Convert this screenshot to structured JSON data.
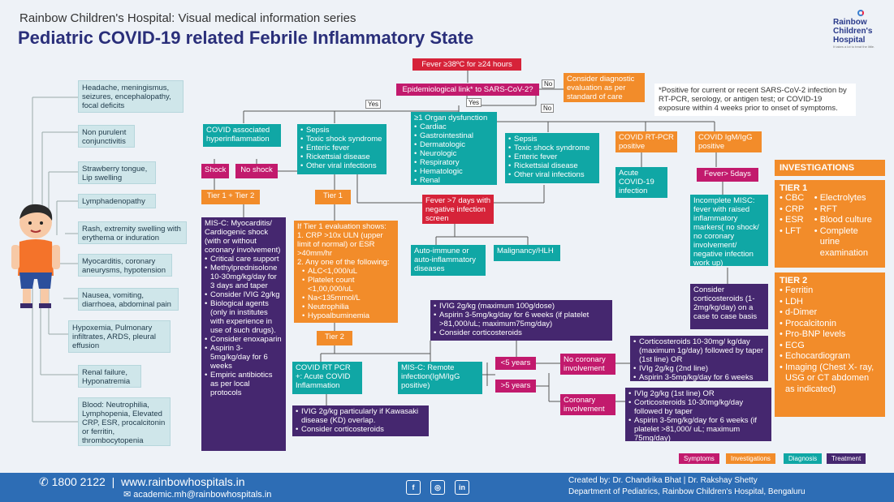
{
  "header": {
    "subtitle": "Rainbow Children's Hospital: Visual medical information series",
    "title": "Pediatric COVID-19 related Febrile Inflammatory State",
    "logo_line1": "Rainbow",
    "logo_line2": "Children's",
    "logo_line3": "Hospital",
    "logo_tagline": "It takes a lot to treat the little."
  },
  "symptoms": [
    "Headache, meningismus, seizures, encephalopathy, focal deficits",
    "Non purulent conjunctivitis",
    "Strawberry tongue, Lip swelling",
    "Lymphadenopathy",
    "Rash, extremity swelling with erythema or induration",
    "Myocarditis, coronary aneurysms, hypotension",
    "Nausea, vomiting, diarrhoea, abdominal pain",
    "Hypoxemia, Pulmonary infiltrates, ARDS, pleural effusion",
    "Renal failure, Hyponatremia",
    "Blood: Neutrophilia, Lymphopenia, Elevated CRP, ESR, procalcitonin or ferritin, thrombocytopenia"
  ],
  "flow": {
    "fever": "Fever ≥38ºC for  ≥24 hours",
    "epi_link": "Epidemiological link* to SARS-CoV-2?",
    "no1": "No",
    "no2": "No",
    "yes1": "Yes",
    "yes2": "Yes",
    "consider_diag": "Consider diagnostic evaluation as per standard of care",
    "footnote": "*Positive for current or recent SARS-CoV-2 infection by RT-PCR, serology, or antigen test; or COVID-19 exposure within 4 weeks prior to onset of symptoms.",
    "hyperinflam": "COVID associated hyperinflammation",
    "sepsis_list1": [
      "Sepsis",
      "Toxic shock syndrome",
      "Enteric fever",
      "Rickettsial disease",
      "Other viral infections"
    ],
    "organ_title": "≥1 Organ dysfunction",
    "organ_list": [
      "Cardiac",
      "Gastrointestinal",
      "Dermatologic",
      "Neurologic",
      "Respiratory",
      "Hematologic",
      "Renal"
    ],
    "sepsis_list2": [
      "Sepsis",
      "Toxic shock syndrome",
      "Enteric fever",
      "Rickettsial disease",
      "Other viral infections"
    ],
    "rtpcr_pos": "COVID RT-PCR positive",
    "igm_pos": "COVID IgM/IgG positive",
    "acute_covid": "Acute COVID-19 infection",
    "fever5": "Fever> 5days",
    "shock": "Shock",
    "no_shock": "No shock",
    "tier12": "Tier 1 + Tier 2",
    "tier1": "Tier 1",
    "fever7": "Fever >7 days with negative infection screen",
    "autoimmune": "Auto-immune or auto-inflammatory diseases",
    "malignancy": "Malignancy/HLH",
    "incomplete_misc": "Incomplete MISC: fever with raised inflammatory markers( no shock/ no coronary involvement/ negative infection work up)",
    "consider_cortico": "Consider corticosteroids (1-2mg/kg/day) on a case to case basis",
    "misc_title": "MIS-C: Myocarditis/ Cardiogenic shock (with or without coronary involvement)",
    "misc_list": [
      "Critical care support",
      "Methylprednisolone 10-30mg/kg/day for 3 days and taper",
      "Consider IVIG 2g/kg",
      "Biological agents (only in institutes with experience in use of such drugs).",
      "Consider enoxaparin",
      "Aspirin 3-5mg/kg/day for 6 weeks",
      "Empiric antibiotics as per local protocols"
    ],
    "tier1_eval_title": "If Tier 1 evaluation shows:",
    "tier1_eval_1": "1. CRP >10x ULN (upper limit of normal) or ESR >40mm/hr",
    "tier1_eval_2": "2. Any one of the following:",
    "tier1_eval_list": [
      "ALC<1,000/uL",
      "Platelet count <1,00,000/uL",
      "Na<135mmol/L",
      "Neutrophilia",
      "Hypoalbuminemia"
    ],
    "tier2": "Tier 2",
    "ivig_box_list": [
      "IVIG 2g/kg (maximum 100g/dose)",
      "Aspirin 3-5mg/kg/day for 6 weeks (if platelet >81,000/uL; maximum75mg/day)",
      "Consider corticosteroids"
    ],
    "rtpcr_acute": "COVID RT PCR +: Acute COVID Inflammation",
    "remote_infect": "MIS-C: Remote infection(IgM/IgG positive)",
    "lt5": "<5 years",
    "gt5": ">5 years",
    "no_coronary": "No coronary involvement",
    "coronary": "Coronary involvement",
    "no_coronary_tx": [
      "Corticosteroids 10-30mg/ kg/day (maximum 1g/day) followed by taper (1st line) OR",
      "IVIg 2g/kg (2nd line)",
      "Aspirin 3-5mg/kg/day for 6 weeks"
    ],
    "coronary_tx": [
      "IVIg 2g/kg (1st line) OR",
      "Corticosteroids 10-30mg/kg/day followed by taper",
      "Aspirin 3-5mg/kg/day for 6 weeks (if platelet >81,000/ uL; maximum 75mg/day)"
    ],
    "kd_tx": [
      "IVIG 2g/kg particularly if Kawasaki disease (KD) overlap.",
      "Consider corticosteroids"
    ]
  },
  "investigations": {
    "title": "INVESTIGATIONS",
    "tier1_label": "TIER 1",
    "tier1_col1": [
      "CBC",
      "CRP",
      "ESR",
      "LFT"
    ],
    "tier1_col2": [
      "Electrolytes",
      "RFT",
      "Blood culture",
      "Complete urine examination"
    ],
    "tier2_label": "TIER 2",
    "tier2_list": [
      "Ferritin",
      "LDH",
      "d-Dimer",
      "Procalcitonin",
      "Pro-BNP levels",
      "ECG",
      "Echocardiogram",
      "Imaging (Chest X- ray, USG or CT abdomen as indicated)"
    ]
  },
  "legend": {
    "symptoms": "Symptoms",
    "investigations": "Investigations",
    "diagnosis": "Diagnosis",
    "treatment": "Treatment"
  },
  "footer": {
    "phone": "1800 2122",
    "website": "www.rainbowhospitals.in",
    "email": "academic.mh@rainbowhospitals.in",
    "credits": "Created by: Dr. Chandrika Bhat  |  Dr. Rakshay Shetty",
    "department": "Department of Pediatrics, Rainbow Children's Hospital, Bengaluru",
    "social": [
      "f",
      "◎",
      "in"
    ]
  },
  "colors": {
    "symptoms": "#c21a6d",
    "investigations": "#f28c2a",
    "diagnosis": "#10a7a5",
    "treatment": "#45276f",
    "footer": "#2d6db5"
  }
}
